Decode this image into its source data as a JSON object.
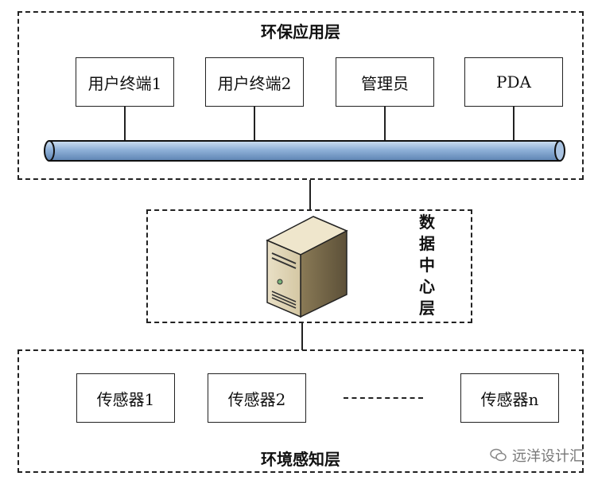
{
  "app_layer": {
    "title": "环保应用层",
    "terminals": [
      "用户终端1",
      "用户终端2",
      "管理员",
      "PDA"
    ]
  },
  "data_center": {
    "title_chars": [
      "数",
      "据",
      "中",
      "心",
      "层"
    ],
    "server_icon": "server-tower-icon"
  },
  "sensing_layer": {
    "title": "环境感知层",
    "sensors": [
      "传感器1",
      "传感器2",
      "传感器n"
    ]
  },
  "watermark": {
    "text": "远洋设计汇",
    "icon": "wechat-icon"
  }
}
